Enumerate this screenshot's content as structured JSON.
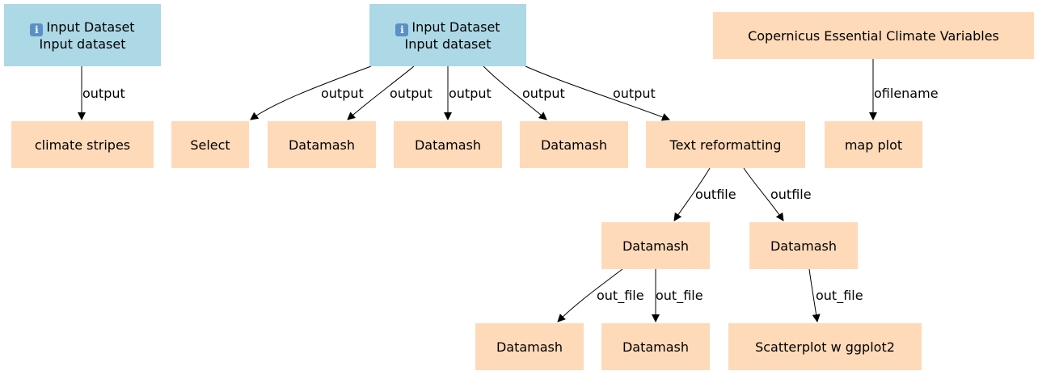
{
  "nodes": {
    "input1": {
      "title": "Input Dataset",
      "subtitle": "Input dataset",
      "icon": "info-icon"
    },
    "input2": {
      "title": "Input Dataset",
      "subtitle": "Input dataset",
      "icon": "info-icon"
    },
    "copernicus": {
      "label": "Copernicus Essential Climate Variables"
    },
    "climate_stripes": {
      "label": "climate stripes"
    },
    "select": {
      "label": "Select"
    },
    "datamash_a": {
      "label": "Datamash"
    },
    "datamash_b": {
      "label": "Datamash"
    },
    "datamash_c": {
      "label": "Datamash"
    },
    "text_reformatting": {
      "label": "Text reformatting"
    },
    "map_plot": {
      "label": "map plot"
    },
    "datamash_d": {
      "label": "Datamash"
    },
    "datamash_e": {
      "label": "Datamash"
    },
    "datamash_f": {
      "label": "Datamash"
    },
    "datamash_g": {
      "label": "Datamash"
    },
    "scatterplot": {
      "label": "Scatterplot w ggplot2"
    }
  },
  "edges": [
    {
      "from": "input1",
      "to": "climate_stripes",
      "label": "output"
    },
    {
      "from": "input2",
      "to": "select",
      "label": "output"
    },
    {
      "from": "input2",
      "to": "datamash_a",
      "label": "output"
    },
    {
      "from": "input2",
      "to": "datamash_b",
      "label": "output"
    },
    {
      "from": "input2",
      "to": "datamash_c",
      "label": "output"
    },
    {
      "from": "input2",
      "to": "text_reformatting",
      "label": "output"
    },
    {
      "from": "copernicus",
      "to": "map_plot",
      "label": "ofilename"
    },
    {
      "from": "text_reformatting",
      "to": "datamash_d",
      "label": "outfile"
    },
    {
      "from": "text_reformatting",
      "to": "datamash_e",
      "label": "outfile"
    },
    {
      "from": "datamash_d",
      "to": "datamash_f",
      "label": "out_file"
    },
    {
      "from": "datamash_d",
      "to": "datamash_g",
      "label": "out_file"
    },
    {
      "from": "datamash_e",
      "to": "scatterplot",
      "label": "out_file"
    }
  ],
  "colors": {
    "input": "#add8e6",
    "tool": "#ffdab9",
    "edge": "#000000"
  }
}
